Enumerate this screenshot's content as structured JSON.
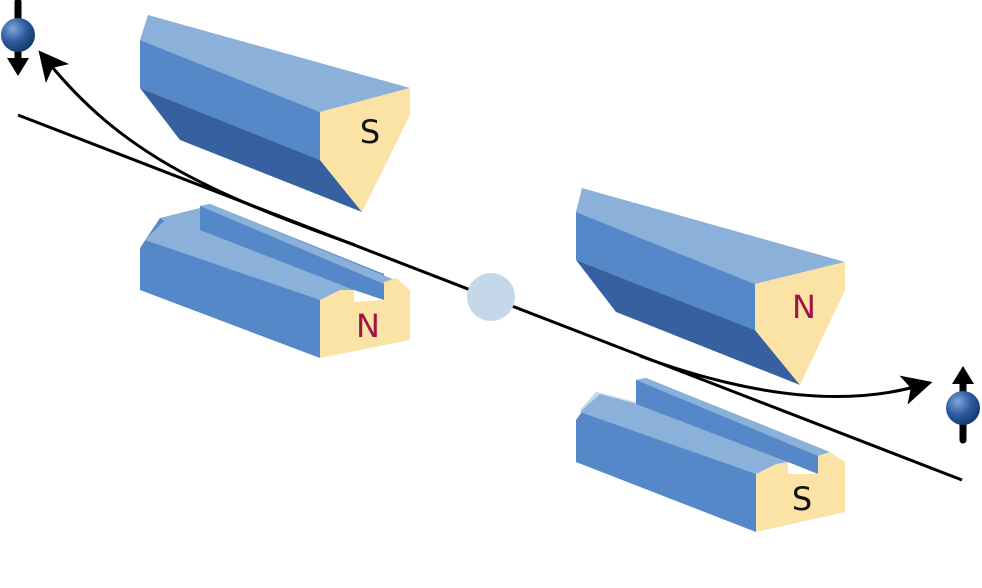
{
  "colors": {
    "top_face": "#8bb0d9",
    "front_face": "#5588c8",
    "dark_face": "#3660a0",
    "highlight_face": "#c6d9ee",
    "pole_face": "#fbe3a6",
    "s_label": "#111111",
    "n_label": "#a0144a",
    "neutral_particle": "#c5d8ea",
    "spin_particle": "#2a5898",
    "beam_line": "#000000"
  },
  "magnets": {
    "left_upper": {
      "pole": "S"
    },
    "left_lower": {
      "pole": "N"
    },
    "right_upper": {
      "pole": "N"
    },
    "right_lower": {
      "pole": "S"
    }
  },
  "particles": {
    "source": {
      "icon": "neutral-particle-icon"
    },
    "spin_down": {
      "icon": "spin-down-particle-icon",
      "arrow": "down"
    },
    "spin_up": {
      "icon": "spin-up-particle-icon",
      "arrow": "up"
    }
  }
}
